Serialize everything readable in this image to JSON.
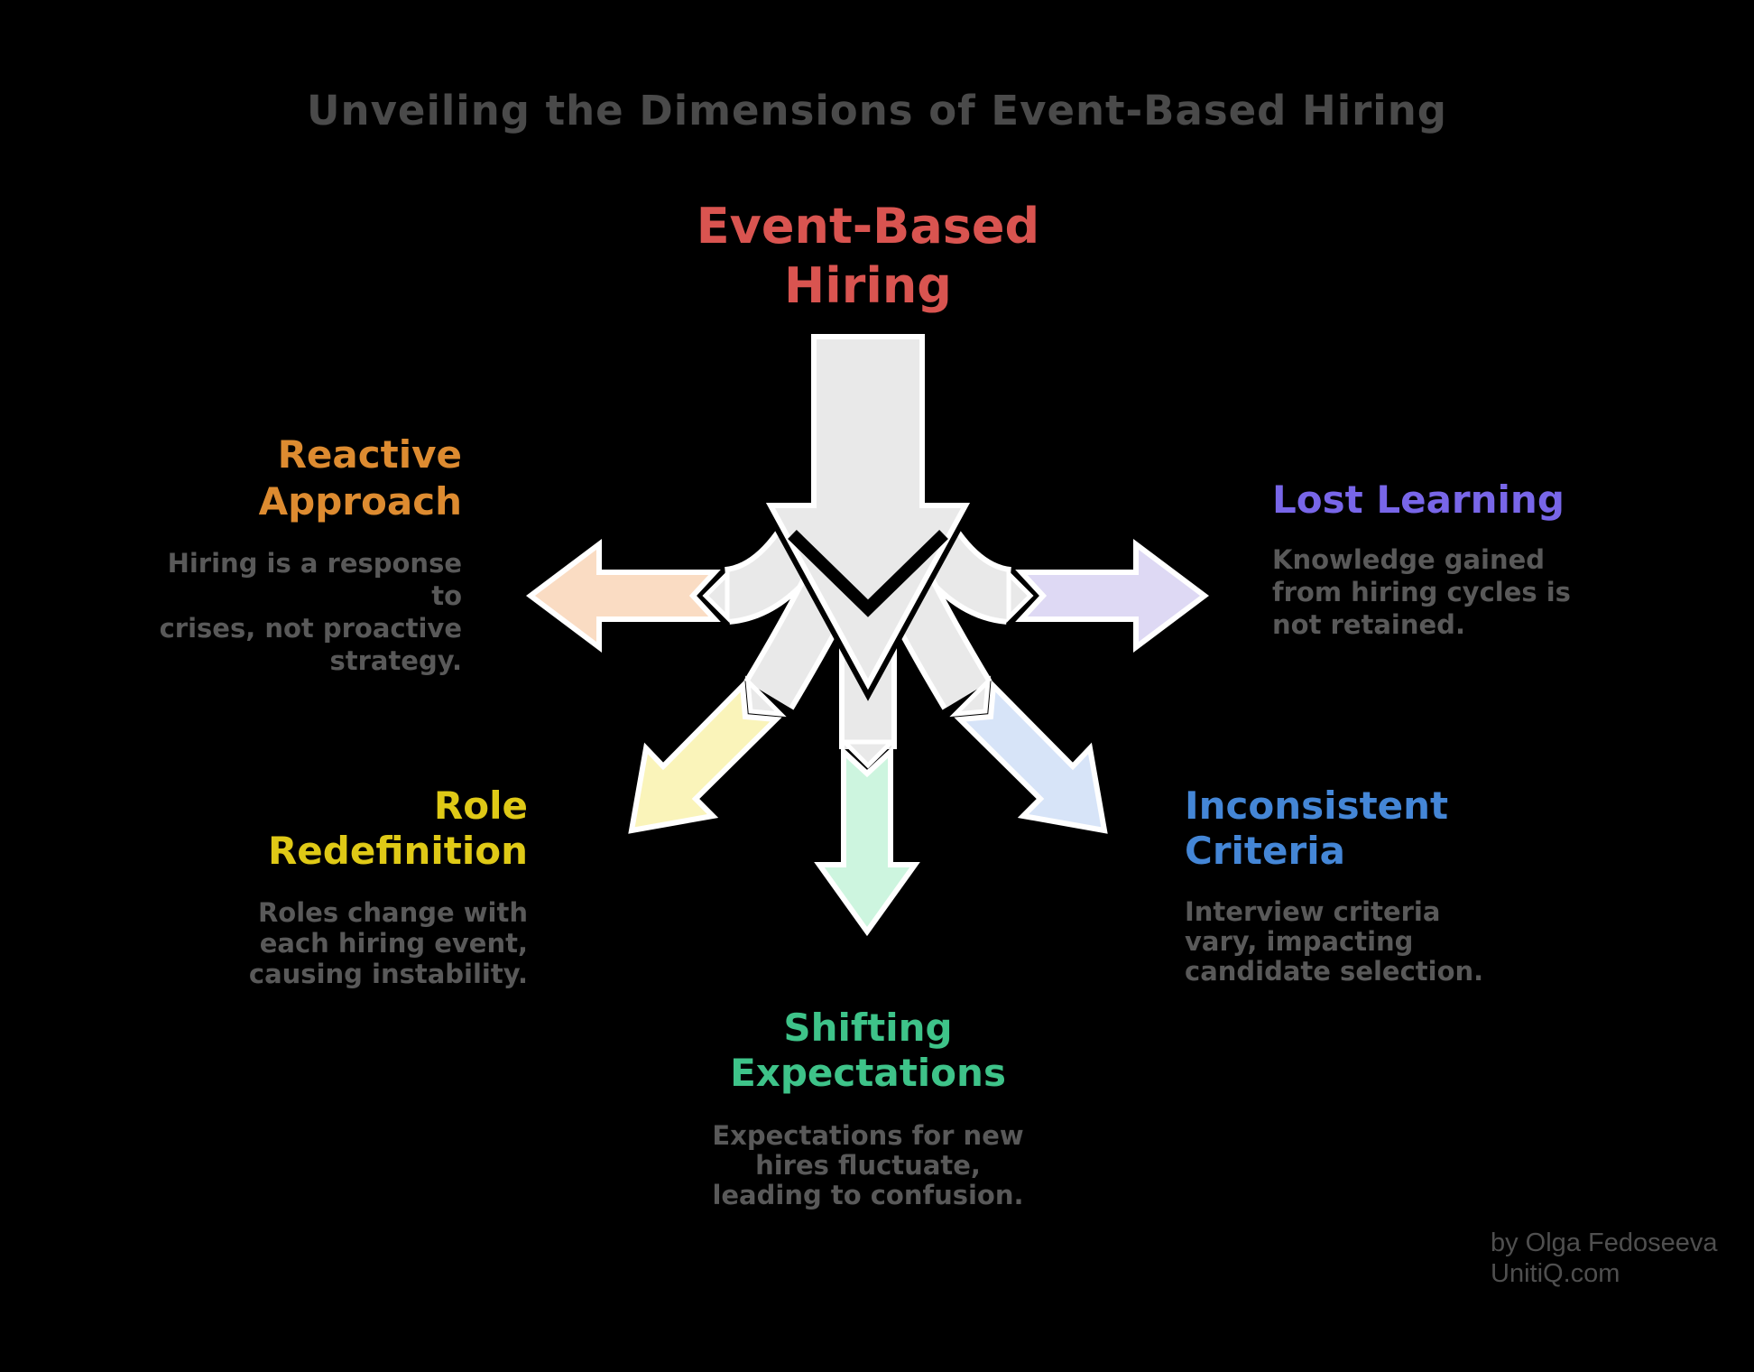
{
  "title": "Unveiling the Dimensions of Event-Based Hiring",
  "center": {
    "heading": "Event-Based\nHiring"
  },
  "nodes": {
    "reactive": {
      "heading": "Reactive\nApproach",
      "desc": "Hiring is a response to\ncrises, not proactive\nstrategy."
    },
    "lost": {
      "heading": "Lost Learning",
      "desc": "Knowledge gained\nfrom hiring cycles is\nnot retained."
    },
    "role": {
      "heading": "Role\nRedefinition",
      "desc": "Roles change with\neach hiring event,\ncausing instability."
    },
    "inconsistent": {
      "heading": "Inconsistent\nCriteria",
      "desc": "Interview criteria\nvary, impacting\ncandidate selection."
    },
    "shifting": {
      "heading": "Shifting\nExpectations",
      "desc": "Expectations for new\nhires fluctuate,\nleading to confusion."
    }
  },
  "attribution": {
    "text": "by Olga Fedoseeva\nUnitiQ.com"
  },
  "colors": {
    "background": "#000000",
    "title_text": "#4a4a4a",
    "body_text": "#595959",
    "attribution_text": "#4f4f4f",
    "red": "#d95450",
    "orange": "#dd8b30",
    "purple": "#7866e8",
    "yellow": "#dfc916",
    "blue": "#4486d6",
    "green": "#3ec389",
    "hub_gray": "#e9e9e9",
    "outline_white": "#ffffff",
    "gap_black": "#000000",
    "arrow_peach": "#fadcc3",
    "arrow_lavender": "#ded9f4",
    "arrow_yellow": "#faf4ba",
    "arrow_mint": "#cdf5df",
    "arrow_blue": "#d7e4f8"
  }
}
